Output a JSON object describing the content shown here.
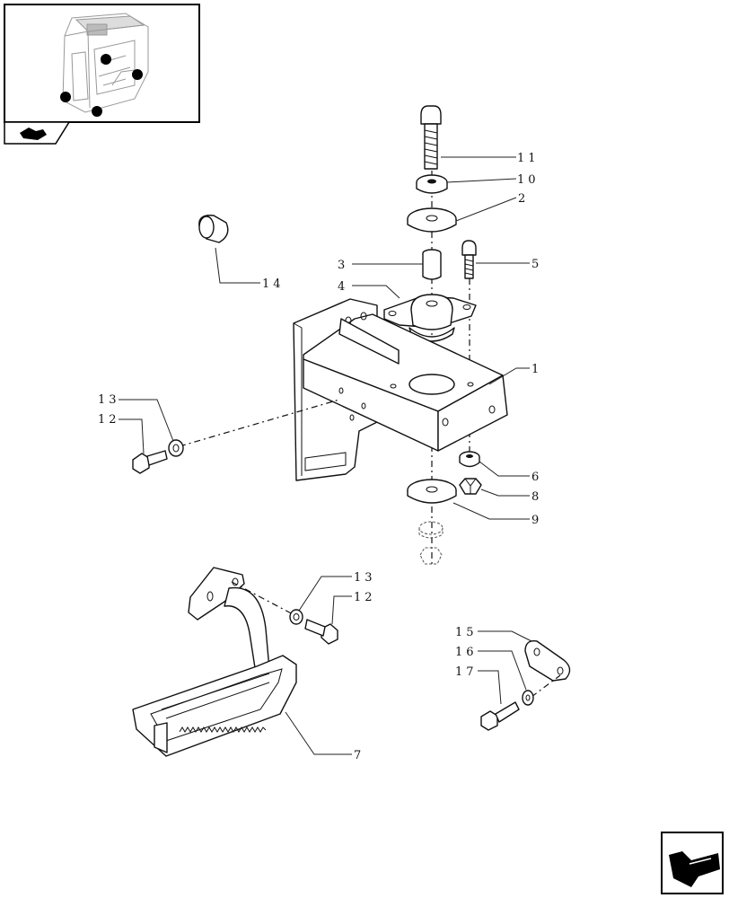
{
  "diagram": {
    "callouts": [
      {
        "id": "c1",
        "label": "1"
      },
      {
        "id": "c2",
        "label": "2"
      },
      {
        "id": "c3",
        "label": "3"
      },
      {
        "id": "c4",
        "label": "4"
      },
      {
        "id": "c5",
        "label": "5"
      },
      {
        "id": "c6",
        "label": "6"
      },
      {
        "id": "c7",
        "label": "7"
      },
      {
        "id": "c8",
        "label": "8"
      },
      {
        "id": "c9",
        "label": "9"
      },
      {
        "id": "c10",
        "label": "10"
      },
      {
        "id": "c11",
        "label": "11"
      },
      {
        "id": "c12a",
        "label": "12"
      },
      {
        "id": "c13a",
        "label": "13"
      },
      {
        "id": "c12b",
        "label": "12"
      },
      {
        "id": "c13b",
        "label": "13"
      },
      {
        "id": "c14",
        "label": "14"
      },
      {
        "id": "c15",
        "label": "15"
      },
      {
        "id": "c16",
        "label": "16"
      },
      {
        "id": "c17",
        "label": "17"
      }
    ]
  },
  "icons": {
    "thumbnail": "cab-location-thumbnail",
    "bookmark": "book-arrow-icon",
    "nav": "next-page-arrow-icon"
  }
}
